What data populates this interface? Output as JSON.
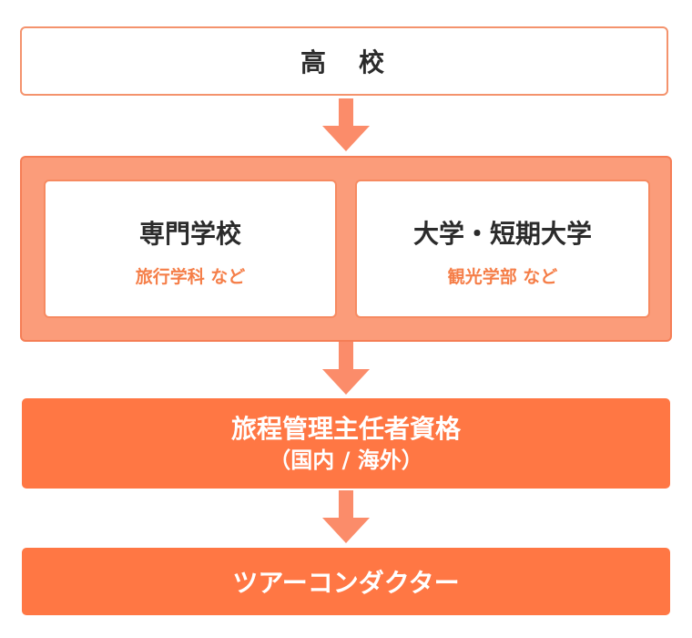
{
  "high_school": {
    "label": "高　校"
  },
  "schools": [
    {
      "title": "専門学校",
      "sub": "旅行学科 など"
    },
    {
      "title": "大学・短期大学",
      "sub": "観光学部 など"
    }
  ],
  "qualification": {
    "line1": "旅程管理主任者資格",
    "line2": "（国内 / 海外）"
  },
  "career": {
    "label": "ツアーコンダクター"
  },
  "colors": {
    "accent": "#ff7744",
    "arrow": "#fb8c6a",
    "group_bg": "#fb9c7a",
    "sub_text": "#f57e48"
  }
}
